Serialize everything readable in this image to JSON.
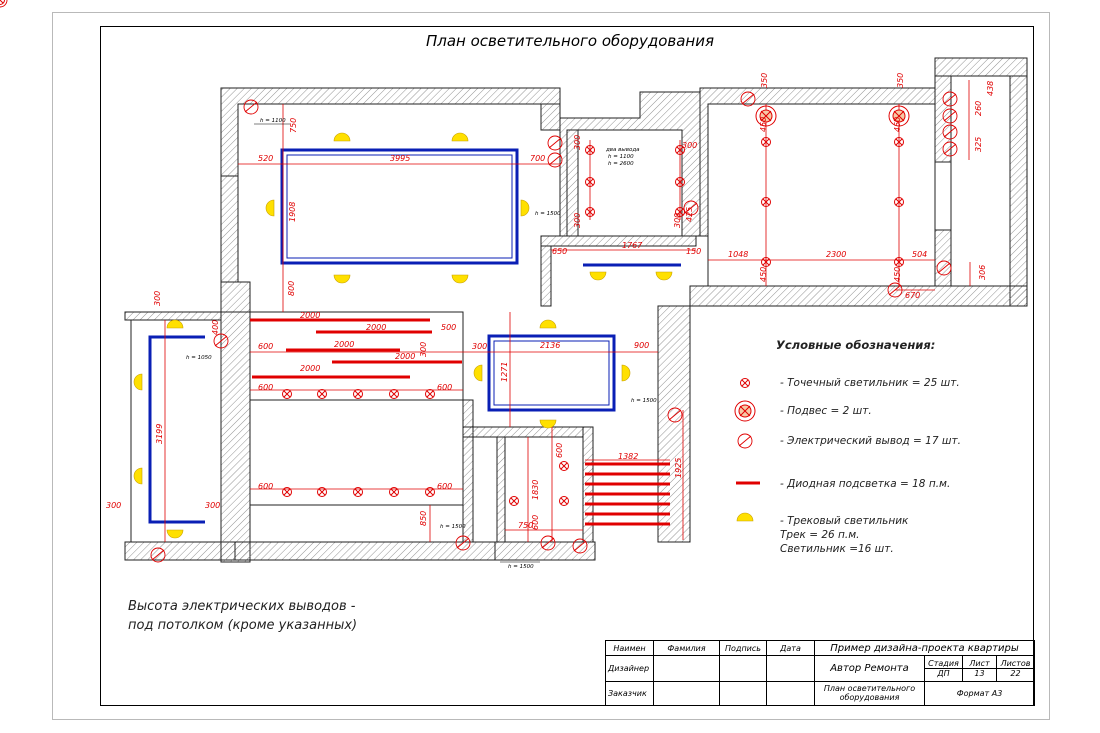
{
  "title": "План осветительного оборудования",
  "note": {
    "line1": "Высота электрических выводов -",
    "line2": "под потолком (кроме указанных)"
  },
  "legend": {
    "title": "Условные обозначения:",
    "spot": "- Точечный светильник = 25 шт.",
    "pendant": "- Подвес = 2 шт.",
    "outlet": "- Электрический вывод = 17 шт.",
    "led": "- Диодная подсветка = 18 п.м.",
    "track_line1": "- Трековый светильник",
    "track_line2": "Трек = 26 п.м.",
    "track_line3": "Светильник =16 шт."
  },
  "stamp": {
    "h_name": "Наимен",
    "h_surname": "Фамилия",
    "h_sign": "Подпись",
    "h_date": "Дата",
    "project": "Пример дизайна-проекта квартиры",
    "designer": "Дизайнер",
    "author": "Автор Ремонта",
    "stage_h": "Стадия",
    "sheet_h": "Лист",
    "sheets_h": "Листов",
    "stage": "ДП",
    "sheet": "13",
    "sheets": "22",
    "customer": "Заказчик",
    "drawing_name1": "План осветительного",
    "drawing_name2": "оборудования",
    "format": "Формат А3"
  },
  "dims": {
    "d3995": "3995",
    "d520": "520",
    "d700": "700",
    "d750": "750",
    "d1908": "1908",
    "d800": "800",
    "d2000a": "2000",
    "d2000b": "2000",
    "d2000c": "2000",
    "d2000d": "2000",
    "d2000e": "2000",
    "d500": "500",
    "d600a": "600",
    "d600b": "600",
    "d600c": "600",
    "d600d": "600",
    "d600e": "600",
    "d600f": "600",
    "d300a": "300",
    "d300b": "300",
    "d300c": "300",
    "d300d": "300",
    "d3199": "3199",
    "d400": "400",
    "d2136": "2136",
    "d900": "900",
    "d1271": "1271",
    "d300e": "300",
    "d650": "650",
    "d1767": "1767",
    "d150": "150",
    "d1048": "1048",
    "d2300": "2300",
    "d504": "504",
    "d670": "670",
    "d306": "306",
    "d1382": "1382",
    "d1925": "1925",
    "d1830": "1830",
    "d750b": "750",
    "d600g": "600",
    "d600h": "600",
    "d850": "850",
    "d350a": "350",
    "d350b": "350",
    "d450a": "450",
    "d450b": "450",
    "d450c": "450",
    "d450d": "450",
    "d325": "325",
    "d260": "260",
    "d438": "438",
    "d300f": "300",
    "d300g": "300",
    "d425": "425",
    "d300h": "300",
    "d300i": "300"
  },
  "heights": {
    "h1100": "h = 1100",
    "h1500a": "h = 1500",
    "h1050": "h = 1050",
    "h1500b": "h = 1500",
    "h1500c": "h = 1500",
    "h1500d": "h = 1500",
    "two_outputs_1": "два вывода",
    "two_outputs_2": "h = 1100",
    "two_outputs_3": "h = 2600"
  },
  "colors": {
    "wall_hatch": "#555555",
    "red": "#e00000",
    "blue": "#0a1fb5",
    "yellow": "#ffe000"
  }
}
